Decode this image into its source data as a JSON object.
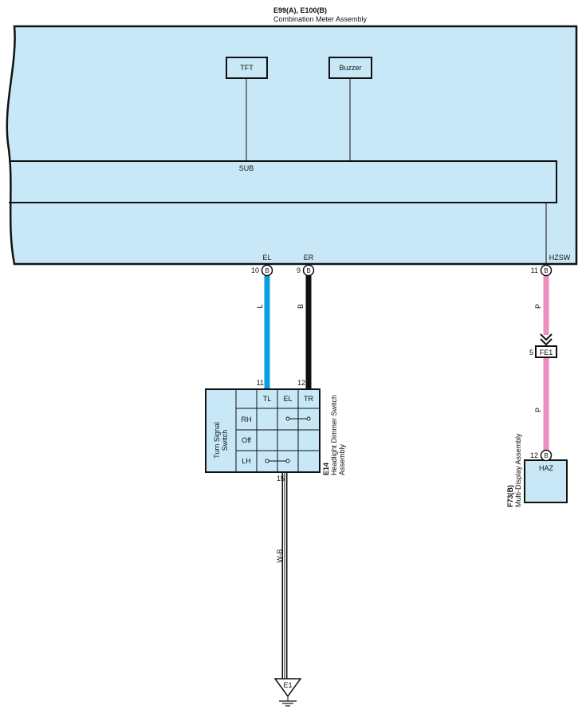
{
  "meter": {
    "connector_ids": "E99(A), E100(B)",
    "name": "Combination Meter Assembly",
    "blocks": {
      "tft": "TFT",
      "buzzer": "Buzzer",
      "sub": "SUB"
    },
    "pins": [
      {
        "signal": "EL",
        "number": "10",
        "connector": "B"
      },
      {
        "signal": "ER",
        "number": "9",
        "connector": "B"
      },
      {
        "signal": "HZSW",
        "number": "11",
        "connector": "B"
      }
    ],
    "fill_color": "#c8e8f8"
  },
  "wires": {
    "el": {
      "color_code": "L",
      "color": "#0aa0e0"
    },
    "er": {
      "color_code": "B",
      "color": "#111111"
    },
    "hzsw_upper": {
      "color_code": "P",
      "color": "#ec8ec0"
    },
    "hzsw_lower": {
      "color_code": "P",
      "color": "#ec8ec0"
    },
    "ground": {
      "color_code": "W-B"
    }
  },
  "junction": {
    "pin": "5",
    "id": "FE1"
  },
  "switch": {
    "id": "E14",
    "name_line1": "Headlight Dimmer Switch",
    "name_line2": "Assembly",
    "row_group_line1": "Turn Signal",
    "row_group_line2": "Switch",
    "columns": [
      "TL",
      "EL",
      "TR"
    ],
    "rows": [
      "RH",
      "Off",
      "LH"
    ],
    "pin_el": "11",
    "pin_er": "12",
    "pin_ground": "15"
  },
  "display": {
    "connector_id": "F73(B)",
    "name": "Multi-Display Assembly",
    "pin_number": "12",
    "pin_connector": "B",
    "block": "HAZ"
  },
  "ground": {
    "id": "E1"
  }
}
